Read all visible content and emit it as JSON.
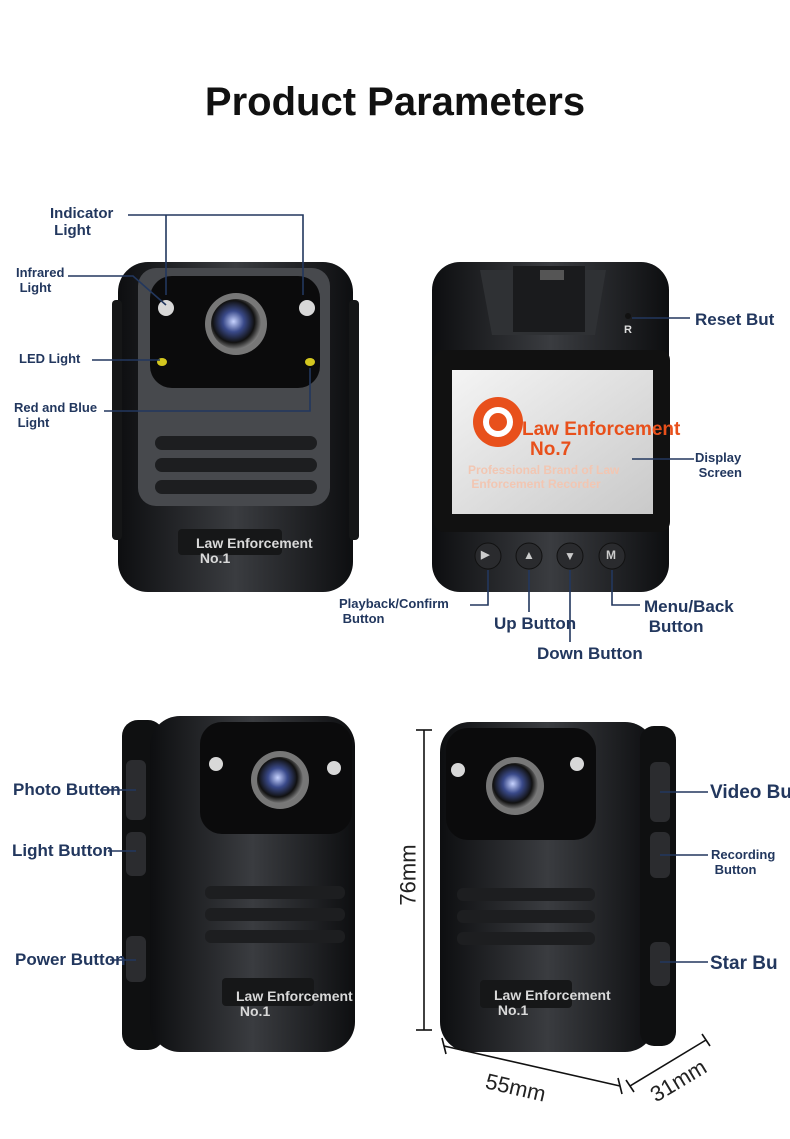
{
  "page": {
    "title": "Product Parameters"
  },
  "front_callouts": {
    "indicator_light": "Indicator\n Light",
    "infrared_light": "Infrared\n Light",
    "led_light": "LED Light",
    "red_blue_light": "Red and Blue\n Light"
  },
  "back_callouts": {
    "reset_button": "Reset But",
    "display_screen": "Display\n Screen",
    "playback_button": "Playback/Confirm\n Button",
    "up_button": "Up Button",
    "down_button": "Down Button",
    "menu_back_button": "Menu/Back\n Button"
  },
  "left_side_callouts": {
    "photo_button": "Photo Button",
    "light_button": "Light Button",
    "power_button": "Power Button"
  },
  "right_side_callouts": {
    "video_button": "Video Bu",
    "recording_button": "Recording\n Button",
    "star_button": "Star Bu"
  },
  "screen": {
    "brand_line1": "Law Enforcement",
    "brand_line2": "No.7",
    "tagline": "Professional Brand of Law\n Enforcement Recorder",
    "reset_mark": "R"
  },
  "device_badge": "Law Enforcement\n No.1",
  "button_glyphs": {
    "playback": "▶",
    "up": "▲",
    "down": "▼",
    "menu": "M"
  },
  "dimensions": {
    "height": "76mm",
    "width": "55mm",
    "depth": "31mm"
  },
  "colors": {
    "label": "#22375e",
    "screen_orange": "#e8501b",
    "device_body": "#1f2022"
  }
}
